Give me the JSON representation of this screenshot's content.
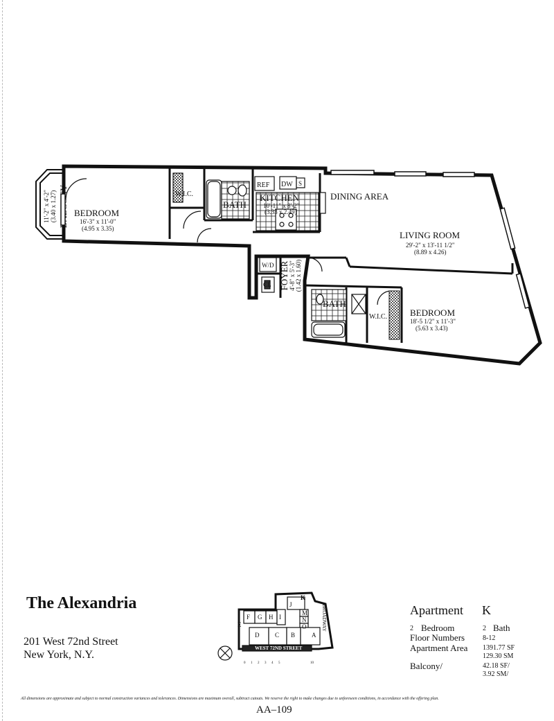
{
  "rooms": {
    "balcony": {
      "name": "BALCONY",
      "dims_ft": "11'-2\" x 4'-2\"",
      "dims_m": "(3.40 x 1.27)"
    },
    "bedroom1": {
      "name": "BEDROOM",
      "dims_ft": "16'-3\" x 11'-0\"",
      "dims_m": "(4.95 x 3.35)"
    },
    "wic1": "W.I.C.",
    "bath1": "BATH",
    "kitchen": {
      "name": "KITCHEN",
      "dims_ft": "10'-11\" x 8'-2\"",
      "dims_m": "(3.33 x 2.49)",
      "ref": "REF",
      "dw": "DW",
      "s": "S"
    },
    "dining": "DINING AREA",
    "living": {
      "name": "LIVING ROOM",
      "dims_ft": "29'-2\" x 13'-11 1/2\"",
      "dims_m": "(8.89 x 4.26)"
    },
    "foyer": {
      "name": "FOYER",
      "dims_ft": "4'-8\" x 5'-3\"",
      "dims_m": "(1.42 x 1.60)",
      "wd": "W/D",
      "cl": "CL"
    },
    "bath2": "BATH",
    "wic2": "W.I.C.",
    "bedroom2": {
      "name": "BEDROOM",
      "dims_ft": "18'-5 1/2\" x 11'-3\"",
      "dims_m": "(5.63 x 3.43)"
    }
  },
  "building": {
    "name": "The Alexandria",
    "address_line1": "201 West 72nd Street",
    "address_line2": "New York, N.Y."
  },
  "keyplan": {
    "units": [
      "K",
      "J",
      "F",
      "G",
      "H",
      "I",
      "M",
      "N",
      "O",
      "E",
      "D",
      "C",
      "B",
      "A"
    ],
    "street": "WEST 72ND STREET",
    "avenue": "BROADWAY",
    "scale": [
      "0",
      "1",
      "2",
      "3",
      "4",
      "5",
      "10"
    ]
  },
  "apartment": {
    "title": "Apartment",
    "letter": "K",
    "bedrooms_count": "2",
    "bedrooms_label": "Bedroom",
    "bath_count": "2",
    "bath_label": "Bath",
    "floor_label": "Floor Numbers",
    "floor_value": "8-12",
    "area_label": "Apartment Area",
    "area_sf": "1391.77 SF",
    "area_sm": "129.30 SM",
    "balcony_label": "Balcony/",
    "balcony_sf": "42.18 SF/",
    "balcony_sm": "3.92 SM/"
  },
  "disclaimer": "All dimensions are approximate and subject to normal construction variances and tolerances. Dimensions are maximum overall, subtract cutouts. We reserve the right to make changes due to unforeseen conditions, in accordance with the offering plan.",
  "doc_code": "AA–109"
}
